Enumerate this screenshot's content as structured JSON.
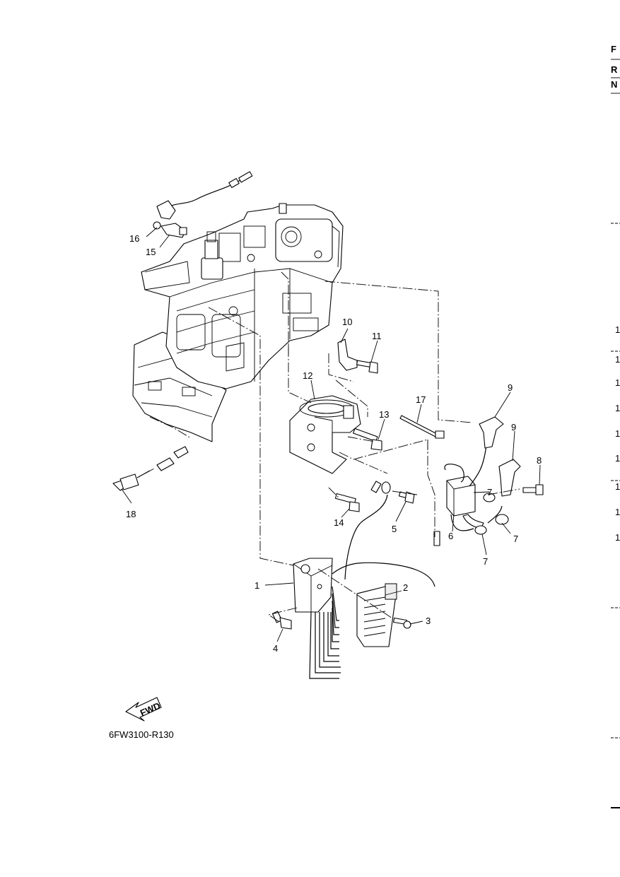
{
  "diagram_code": "6FW3100-R130",
  "fwd_label": "FWD",
  "callouts": {
    "p1": "1",
    "p2": "2",
    "p3": "3",
    "p4": "4",
    "p5": "5",
    "p6": "6",
    "p7a": "7",
    "p7b": "7",
    "p7c": "7",
    "p8": "8",
    "p9a": "9",
    "p9b": "9",
    "p10": "10",
    "p11": "11",
    "p12": "12",
    "p13": "13",
    "p14": "14",
    "p15": "15",
    "p16": "16",
    "p17": "17",
    "p18": "18"
  },
  "right_edge": {
    "letters": [
      "F",
      "R",
      "N"
    ],
    "numbers": [
      "1",
      "1",
      "1",
      "1",
      "1",
      "1",
      "1",
      "1",
      "1"
    ]
  }
}
